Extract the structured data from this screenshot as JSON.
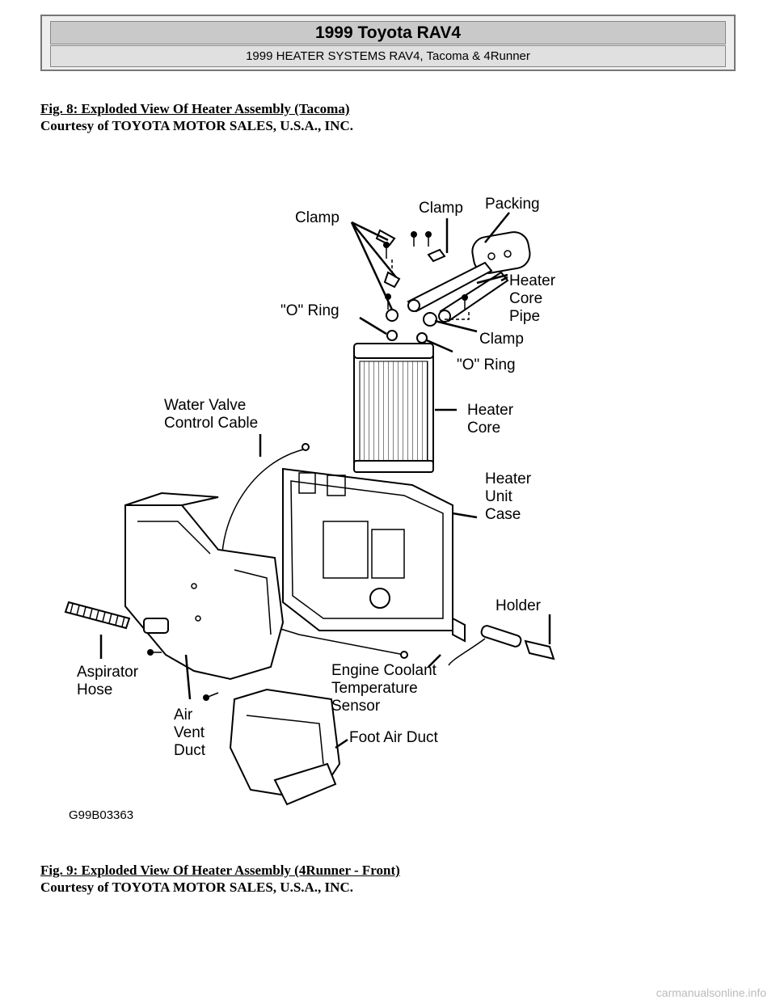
{
  "header": {
    "title": "1999 Toyota RAV4",
    "subtitle": "1999 HEATER SYSTEMS RAV4, Tacoma & 4Runner"
  },
  "figure8": {
    "caption": "Fig. 8: Exploded View Of Heater Assembly (Tacoma)",
    "courtesy": "Courtesy of TOYOTA MOTOR SALES, U.S.A., INC.",
    "code": "G99B03363",
    "labels": {
      "clamp_top_left": "Clamp",
      "clamp_top": "Clamp",
      "packing": "Packing",
      "heater_core_pipe_1": "Heater",
      "heater_core_pipe_2": "Core",
      "heater_core_pipe_3": "Pipe",
      "o_ring_left": "\"O\" Ring",
      "clamp_mid": "Clamp",
      "o_ring_right": "\"O\" Ring",
      "water_valve_1": "Water Valve",
      "water_valve_2": "Control Cable",
      "heater_core_1": "Heater",
      "heater_core_2": "Core",
      "heater_unit_case_1": "Heater",
      "heater_unit_case_2": "Unit",
      "heater_unit_case_3": "Case",
      "holder": "Holder",
      "aspirator_hose_1": "Aspirator",
      "aspirator_hose_2": "Hose",
      "engine_coolant_1": "Engine Coolant",
      "engine_coolant_2": "Temperature",
      "engine_coolant_3": "Sensor",
      "air_vent_duct_1": "Air",
      "air_vent_duct_2": "Vent",
      "air_vent_duct_3": "Duct",
      "foot_air_duct": "Foot Air Duct"
    }
  },
  "figure9": {
    "caption": "Fig. 9: Exploded View Of Heater Assembly (4Runner - Front)",
    "courtesy": "Courtesy of TOYOTA MOTOR SALES, U.S.A., INC."
  },
  "watermark": "carmanualsonline.info"
}
